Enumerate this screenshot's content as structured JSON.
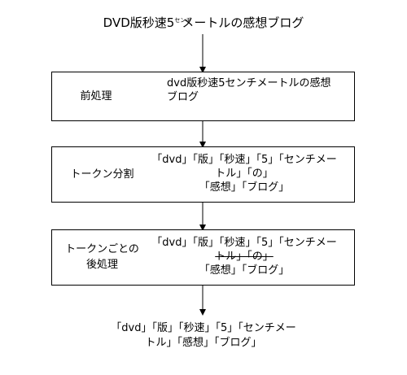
{
  "title": {
    "prefix": "DVD版秒速5",
    "small": "センチ",
    "suffix": "メートルの感想ブログ"
  },
  "stages": [
    {
      "label": "前処理",
      "output": "dvd版秒速5センチメートルの感想ブログ"
    },
    {
      "label": "トークン分割",
      "output_lines": [
        "「dvd」「版」「秒速」「5」「センチメー",
        "トル」「の」",
        "「感想」「ブログ」"
      ]
    },
    {
      "label_lines": [
        "トークンごとの",
        "後処理"
      ],
      "output_lines": [
        "「dvd」「版」「秒速」「5」「センチメー",
        "トル」「の」",
        "「感想」「ブログ」"
      ]
    }
  ],
  "final_output_lines": [
    "「dvd」「版」「秒速」「5」「センチメー",
    "トル」「感想」「ブログ」"
  ]
}
